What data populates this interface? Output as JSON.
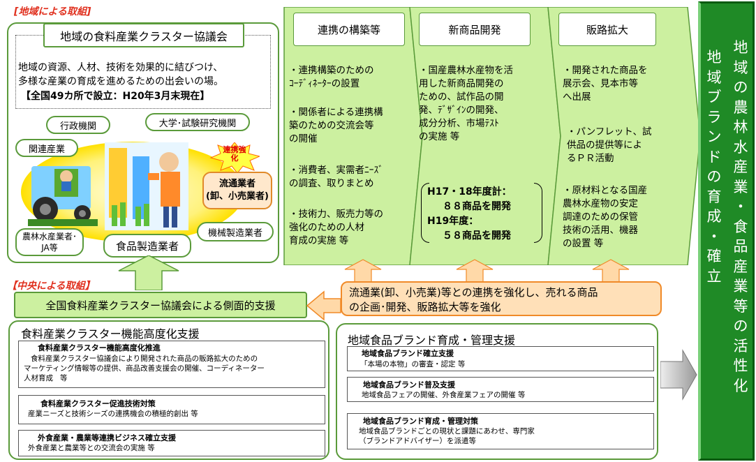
{
  "regional": {
    "section_label": "[地域による取組]",
    "council_title": "地域の食料産業クラスター協議会",
    "desc_line1": "地域の資源、人材、技術を効果的に結びつけ、",
    "desc_line2": "多様な産業の育成を進めるための出会いの場。",
    "established": "【全国49カ所で設立：H20年3月末現在】",
    "actors": {
      "government": "行政機関",
      "university": "大学･試験研究機関",
      "related": "関連産業",
      "farmers": "農林水産業者･\nJA等",
      "food_mfr": "食品製造業者",
      "machinery": "機械製造業者",
      "distributor": "流通業者\n(卸、小売業者)",
      "burst": "連携強\n化"
    }
  },
  "flow": {
    "col1": {
      "header": "連携の構築等",
      "items": [
        "・連携構築のための\n  ｺｰﾃﾞｨﾈｰﾀｰの設置",
        "・関係者による連携構\n  築のための交流会等\n  の開催",
        "・消費者、実需者ﾆｰｽﾞ\n  の調査、取りまとめ",
        "・技術力、販売力等の\n  強化のための人材\n  育成の実施     等"
      ]
    },
    "col2": {
      "header": "新商品開発",
      "text": "・国産農林水産物を活\n  用した新商品開発の\n  ための、試作品の開\n  発、ﾃﾞｻﾞｲﾝの開発、\n  成分分析、市場ﾃｽﾄ\n  の実施      等",
      "result1": "H17・18年度計：",
      "result2": "８８商品を開発",
      "result3": "H19年度：",
      "result4": "５８商品を開発"
    },
    "col3": {
      "header": "販路拡大",
      "items": [
        "・開発された商品を\n  展示会、見本市等\n  へ出展",
        "・パンフレット、試\n  供品の提供等によ\n  るＰＲ活動",
        "・原材料となる国産\n  農林水産物の安定\n  調達のための保管\n  技術の活用、機器\n  の設置      等"
      ]
    }
  },
  "central": {
    "section_label": "【中央による取組】",
    "national_support": "全国食料産業クラスター協議会による側面的支援",
    "distribution_line1": "流通業(卸、小売業)等との連携を強化し、売れる商品",
    "distribution_line2": "の企画･開発、販路拡大等を強化"
  },
  "cluster_support": {
    "title": "食料産業クラスター機能高度化支援",
    "boxes": [
      {
        "title": "食料産業クラスター機能高度化推進",
        "body": "   食料産業クラスター協議会により開発された商品の販路拡大のための\nマーケティング情報等の提供、商品改善支援会の開催、コーディネーター\n人材育成   等"
      },
      {
        "title": "食料産業クラスター促進技術対策",
        "body": "産業ニーズと技術シーズの連携機会の積極的創出   等"
      },
      {
        "title": "外食産業・農業等連携ビジネス確立支援",
        "body": "外食産業と農業等との交流会の実施   等"
      }
    ]
  },
  "brand_support": {
    "title": "地域食品ブランド育成・管理支援",
    "boxes": [
      {
        "title": "地域食品ブランド確立支援",
        "body": "「本場の本物」の審査・認定   等"
      },
      {
        "title": "地域食品ブランド普及支援",
        "body": "地域食品フェアの開催、外食産業フェアの開催   等"
      },
      {
        "title": "地域食品ブランド育成・管理対策",
        "body": "地域食品ブランドごとの現状と課題にあわせ、専門家\n（ブランドアドバイザー）を派遣等"
      }
    ]
  },
  "goal": {
    "col_left": "地\n域\nブ\nラ\nン\nド\nの\n育\n成\n・\n確\n立",
    "col_right": "地\n域\nの\n農\n林\n水\n産\n業\n・\n食\n品\n産\n業\n等\nの\n活\n性\n化"
  },
  "colors": {
    "green": "#5a9a3a",
    "goal_bg": "#1f8a26",
    "arrow_fill": "#ccf0a0",
    "orange": "#f08a28"
  }
}
